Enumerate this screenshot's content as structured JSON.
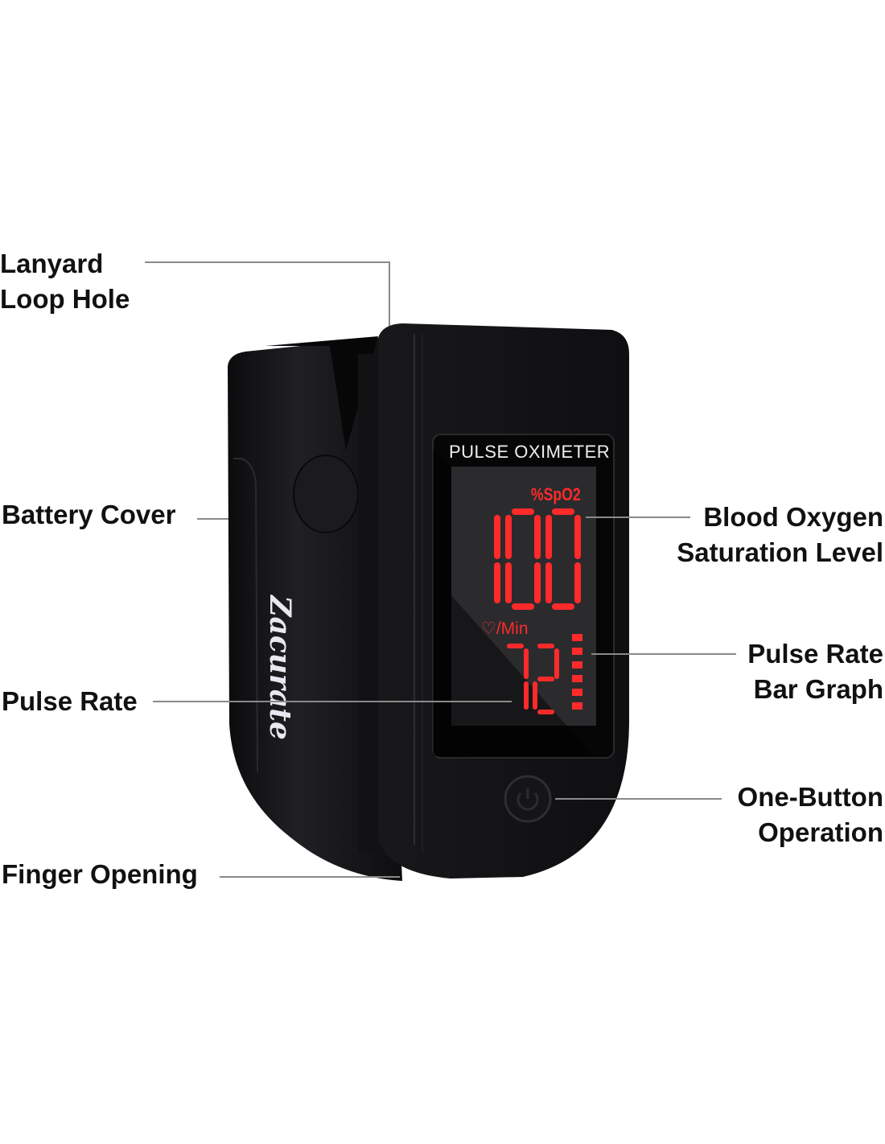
{
  "labels": {
    "lanyard_line1": "Lanyard",
    "lanyard_line2": "Loop Hole",
    "battery_cover": "Battery Cover",
    "pulse_rate": "Pulse Rate",
    "finger_opening": "Finger Opening",
    "blood_oxygen_line1": "Blood Oxygen",
    "blood_oxygen_line2": "Saturation Level",
    "bar_graph_line1": "Pulse Rate",
    "bar_graph_line2": "Bar Graph",
    "button_line1": "One-Button",
    "button_line2": "Operation"
  },
  "device": {
    "screen_title": "PULSE OXIMETER",
    "spo2_unit": "%SpO2",
    "spo2_value": "100",
    "pulse_unit": "/Min",
    "pulse_value": "72",
    "bar_graph_segments": 6,
    "brand": "Zacurate",
    "power_icon": "power-icon"
  },
  "colors": {
    "led": "#ff2a2a",
    "body": "#141416",
    "label_line": "#8a8a8a",
    "brand_yellow": "#f2d83a"
  }
}
